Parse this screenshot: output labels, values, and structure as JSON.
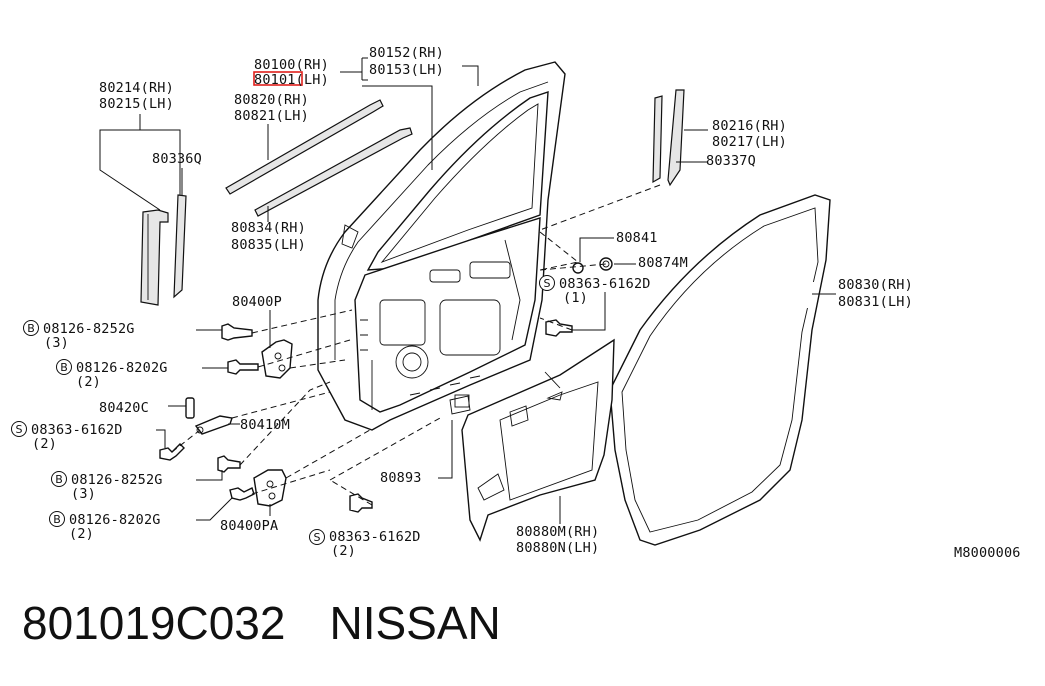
{
  "caption": {
    "part_number": "801019C032",
    "brand": "NISSAN"
  },
  "diagram_code": "M8000006",
  "highlight_color": "#e0201c",
  "labels": {
    "p80100": "80100(RH)",
    "p80101": "80101(LH)",
    "p80152": "80152(RH)",
    "p80153": "80153(LH)",
    "p80214": "80214(RH)",
    "p80215": "80215(LH)",
    "p80820": "80820(RH)",
    "p80821": "80821(LH)",
    "p80336": "80336Q",
    "p80834": "80834(RH)",
    "p80835": "80835(LH)",
    "p80216": "80216(RH)",
    "p80217": "80217(LH)",
    "p80337": "80337Q",
    "p80841": "80841",
    "p80874": "80874M",
    "s1_num": "08363-6162D",
    "s1_qty": "(1)",
    "p80830": "80830(RH)",
    "p80831": "80831(LH)",
    "p80400p": "80400P",
    "b1_num": "08126-8252G",
    "b1_qty": "(3)",
    "b2_num": "08126-8202G",
    "b2_qty": "(2)",
    "p80420": "80420C",
    "s2_num": "08363-6162D",
    "s2_qty": "(2)",
    "p80410": "80410M",
    "p80893": "80893",
    "b3_num": "08126-8252G",
    "b3_qty": "(3)",
    "b4_num": "08126-8202G",
    "b4_qty": "(2)",
    "p80400pa": "80400PA",
    "s3_num": "08363-6162D",
    "s3_qty": "(2)",
    "p80880m": "80880M(RH)",
    "p80880n": "80880N(LH)"
  },
  "badges": {
    "bolt": "B",
    "screw": "S"
  }
}
